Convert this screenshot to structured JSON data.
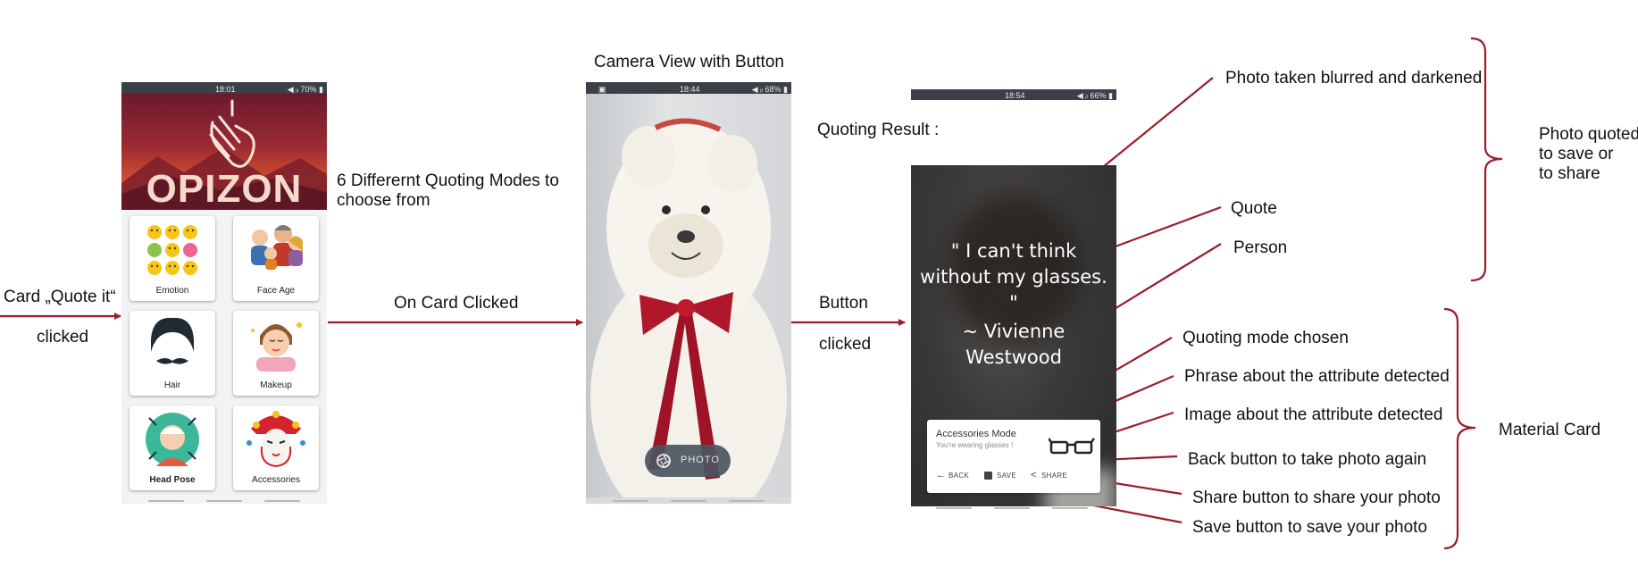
{
  "screen1": {
    "status_time": "18:01",
    "status_right": "◀ ᵢₗ 70% ▮",
    "brand": "OPIZON",
    "cards": [
      {
        "label": "Emotion",
        "icon": "emoji-grid-icon"
      },
      {
        "label": "Face Age",
        "icon": "family-icon"
      },
      {
        "label": "Hair",
        "icon": "hair-mustache-icon"
      },
      {
        "label": "Makeup",
        "icon": "makeup-face-icon"
      },
      {
        "label": "Head Pose",
        "icon": "head-pose-icon"
      },
      {
        "label": "Accessories",
        "icon": "opera-mask-icon"
      }
    ]
  },
  "screen2": {
    "status_time": "18:44",
    "status_right": "◀ ᵢₗ 68% ▮",
    "photo_button": "PHOTO"
  },
  "screen3": {
    "status_time": "18:54",
    "status_right": "◀ ᵢₗ 66% ▮",
    "quote_text": "\" I can't think without my glasses. \"",
    "quote_author": "~ Vivienne Westwood",
    "card_title": "Accessories Mode",
    "card_subtitle": "You're wearing glasses !",
    "back": "BACK",
    "save": "SAVE",
    "share": "SHARE"
  },
  "annotations": {
    "card_quote_it": "Card „Quote it“",
    "clicked": "clicked",
    "modes": "6 Differernt Quoting Modes to\nchoose from",
    "on_card_clicked": "On Card Clicked",
    "camera_view": "Camera View with Button",
    "button": "Button",
    "button_clicked": "clicked",
    "quoting_result": "Quoting Result :",
    "photo_blurred": "Photo taken blurred and darkened",
    "quote": "Quote",
    "person": "Person",
    "photo_quoted": "Photo quoted\nto save or\nto share",
    "mode_chosen": "Quoting mode chosen",
    "phrase": "Phrase about the attribute detected",
    "image_attr": "Image about the attribute detected",
    "back_btn": "Back button to take photo again",
    "share_btn": "Share button to share your photo",
    "save_btn": "Save button to save your photo",
    "material_card": "Material Card"
  },
  "colors": {
    "arrow": "#9b1c2a",
    "statusbar": "#3a3f48",
    "camera_button": "#4a5560"
  }
}
